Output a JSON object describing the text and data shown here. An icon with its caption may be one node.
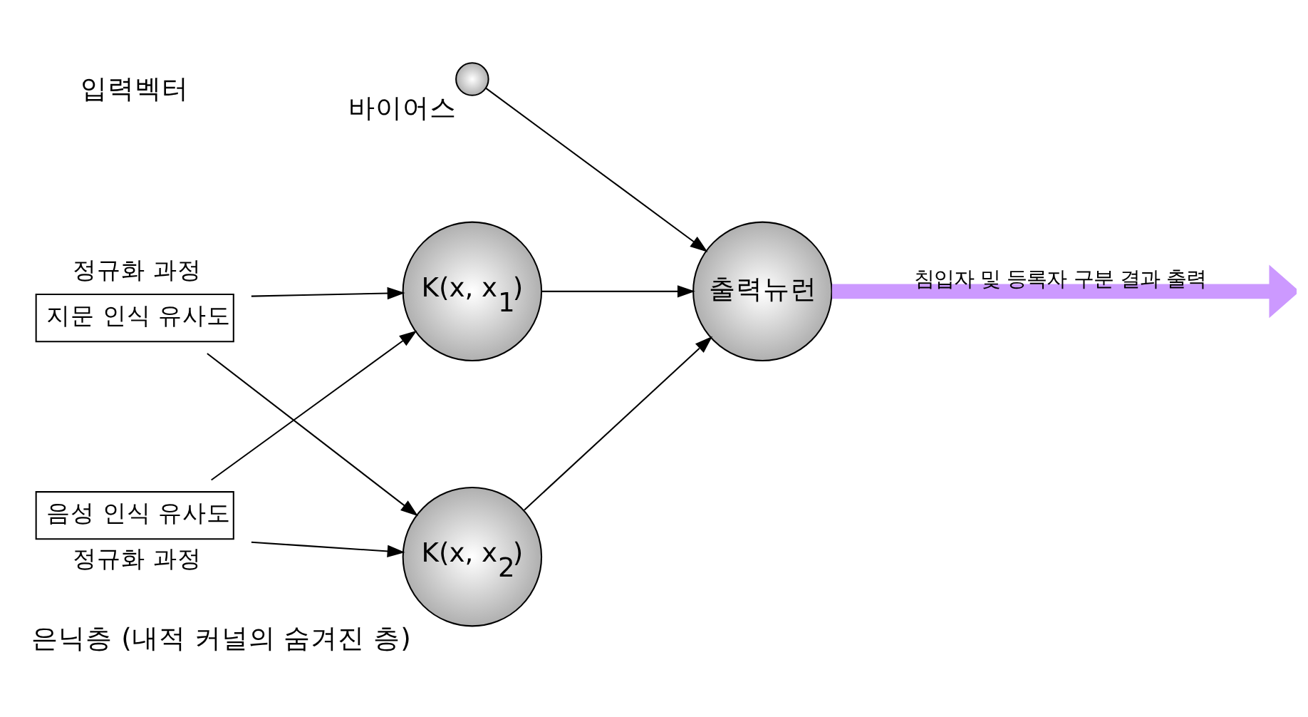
{
  "diagram": {
    "nodes": [
      {
        "text": [
          "지문 인식 유사도"
        ],
        "beside": [
          "정규화 과정"
        ]
      },
      {
        "text": [
          "음성 인식 유사도"
        ],
        "beside": [
          "정규화 과정"
        ]
      },
      {
        "text": [
          "K(x, x$_{1}$)"
        ]
      },
      {
        "text": [
          "K(x, x$_{2}$)"
        ],
        "beside": [
          "은닉층 (내적 커널의 숨겨진 층)"
        ]
      },
      {
        "text": [],
        "shape": "circle",
        "beside": [
          "바이어스"
        ]
      },
      {
        "text": [
          "출력뉴런"
        ]
      }
    ],
    "edges": [
      {
        "from": 0,
        "to": 2,
        "arrow": "to"
      },
      {
        "from": 0,
        "to": 3,
        "arrow": "to"
      },
      {
        "from": 1,
        "to": 2,
        "arrow": "to"
      },
      {
        "from": 1,
        "to": 3,
        "arrow": "to"
      },
      {
        "from": 4,
        "to": 5,
        "arrow": "to"
      },
      {
        "from": 2,
        "to": 5,
        "arrow": "to"
      },
      {
        "from": 3,
        "to": 5,
        "arrow": "to"
      },
      {
        "from": 5,
        "to": null,
        "arrow": "to",
        "label": "침입자 및 등록자 구분 결과 출력",
        "style": "thick",
        "color": "#cc99ff"
      }
    ],
    "labels": [
      "입력벡터"
    ]
  }
}
